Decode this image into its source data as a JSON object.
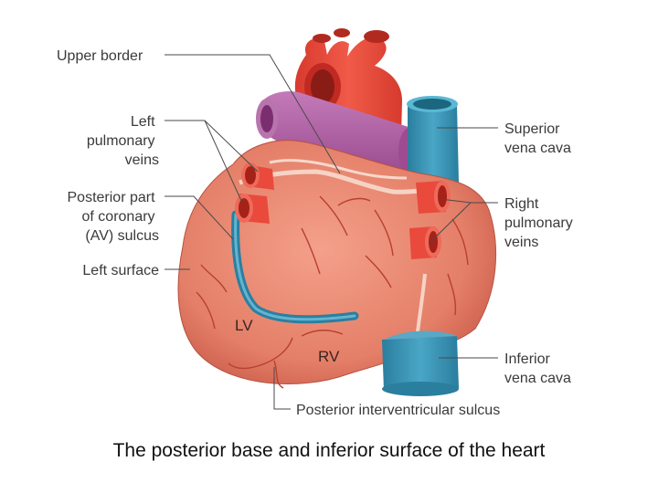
{
  "figure": {
    "caption": "The posterior base and inferior surface of the heart",
    "chamber_labels": {
      "lv": "LV",
      "rv": "RV"
    },
    "labels": {
      "upper_border": "Upper border",
      "left_pulmonary_veins": [
        "Left",
        "pulmonary",
        "veins"
      ],
      "posterior_coronary_sulcus": [
        "Posterior part",
        "of coronary",
        "(AV) sulcus"
      ],
      "left_surface": "Left surface",
      "superior_vena_cava": [
        "Superior",
        "vena cava"
      ],
      "right_pulmonary_veins": [
        "Right",
        "pulmonary",
        "veins"
      ],
      "inferior_vena_cava": [
        "Inferior",
        "vena cava"
      ],
      "posterior_interventricular_sulcus": "Posterior interventricular sulcus"
    },
    "colors": {
      "myocardium": "#e8826a",
      "myocardium_dark": "#c95a48",
      "aorta": "#e8463a",
      "pulmonary_trunk": "#b264a8",
      "vena_cava": "#2f8fb0",
      "coronary_sinus": "#3c8fb0",
      "vessels": "#b8402e"
    }
  }
}
